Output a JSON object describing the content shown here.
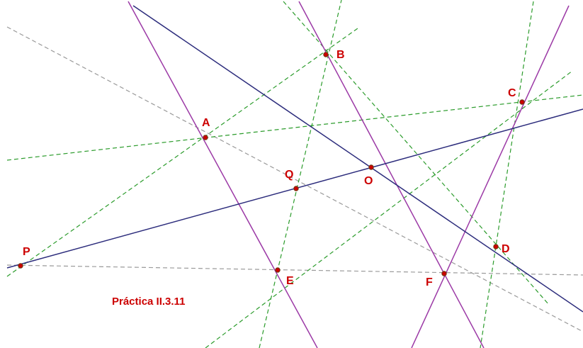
{
  "caption": "Práctica II.3.11",
  "colors": {
    "background": "#ffffff",
    "solid_blue": "#2c2c7c",
    "purple": "#9c3aa6",
    "green_dashed": "#2c9c2c",
    "gray_dashed": "#9a9a9a",
    "point_fill": "#cc0000",
    "point_outline": "#6b3a12",
    "label": "#cc0000"
  },
  "points": [
    {
      "name": "P",
      "label": "P"
    },
    {
      "name": "A",
      "label": "A"
    },
    {
      "name": "B",
      "label": "B"
    },
    {
      "name": "C",
      "label": "C"
    },
    {
      "name": "D",
      "label": "D"
    },
    {
      "name": "E",
      "label": "E"
    },
    {
      "name": "F",
      "label": "F"
    },
    {
      "name": "O",
      "label": "O"
    },
    {
      "name": "Q",
      "label": "Q"
    }
  ]
}
